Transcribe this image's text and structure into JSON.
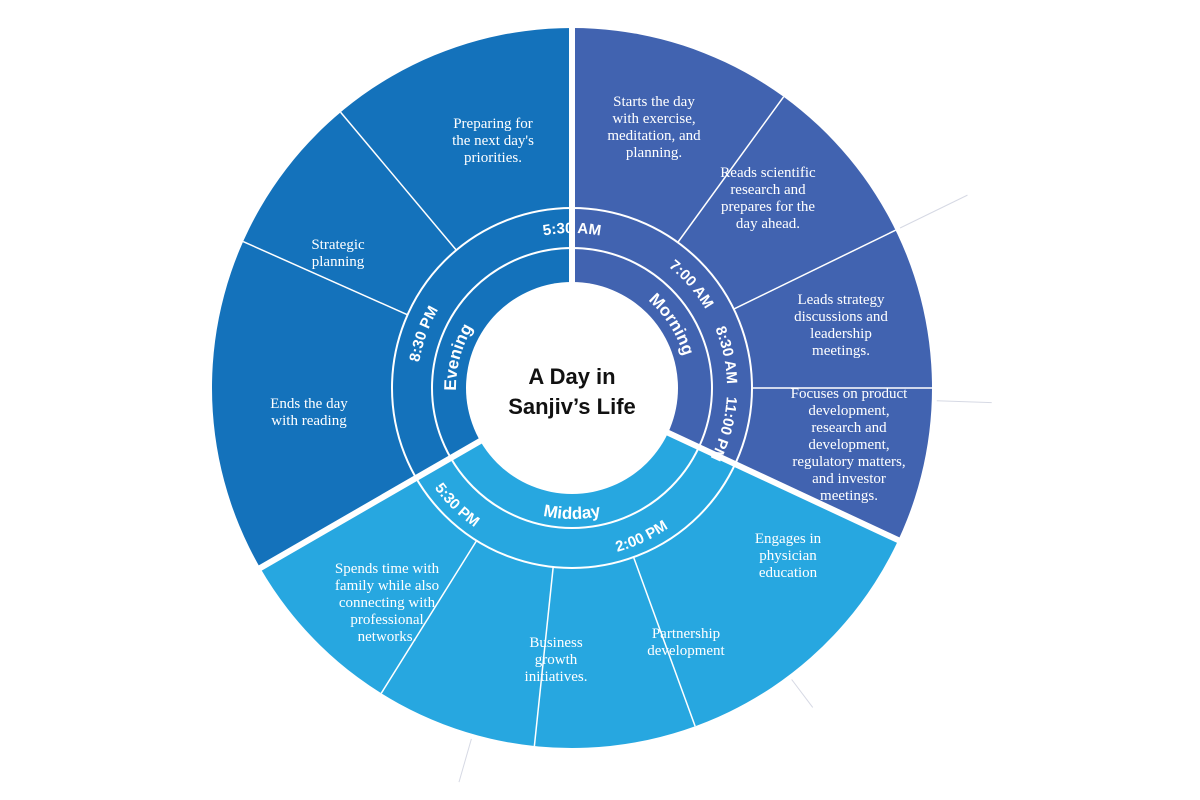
{
  "title_line1": "A Day in",
  "title_line2": "Sanjiv’s Life",
  "colors": {
    "morning": "#4163b0",
    "midday": "#27a7e0",
    "evening": "#1472bb",
    "separator": "#ffffff",
    "leader": "#d6d9e4"
  },
  "periods": {
    "morning": "Morning",
    "midday": "Midday",
    "evening": "Evening"
  },
  "times": {
    "t0530am": "5:30 AM",
    "t0700am": "7:00 AM",
    "t0830am": "8:30 AM",
    "t1100pm": "11:00 PM",
    "t0200pm": "2:00 PM",
    "t0530pm": "5:30 PM",
    "t0830pm": "8:30 PM"
  },
  "activities": {
    "morning_1": [
      "Starts the day",
      "with exercise,",
      "meditation, and",
      "planning."
    ],
    "morning_2": [
      "Reads scientific",
      "research and",
      "prepares for the",
      "day ahead."
    ],
    "morning_3": [
      "Leads strategy",
      "discussions and",
      "leadership",
      "meetings."
    ],
    "morning_4": [
      "Focuses on product",
      "development,",
      "research and",
      "development,",
      "regulatory matters,",
      "and investor",
      "meetings."
    ],
    "midday_1": [
      "Engages in",
      "physician",
      "education"
    ],
    "midday_2": [
      "Partnership",
      "development"
    ],
    "midday_3": [
      "Business",
      "growth",
      "initiatives."
    ],
    "midday_4": [
      "Spends time with",
      "family while also",
      "connecting with",
      "professional",
      "networks."
    ],
    "evening_1": [
      "Ends the day",
      "with reading"
    ],
    "evening_2": [
      "Strategic",
      "planning"
    ],
    "evening_3": [
      "Preparing for",
      "the next day's",
      "priorities."
    ]
  }
}
